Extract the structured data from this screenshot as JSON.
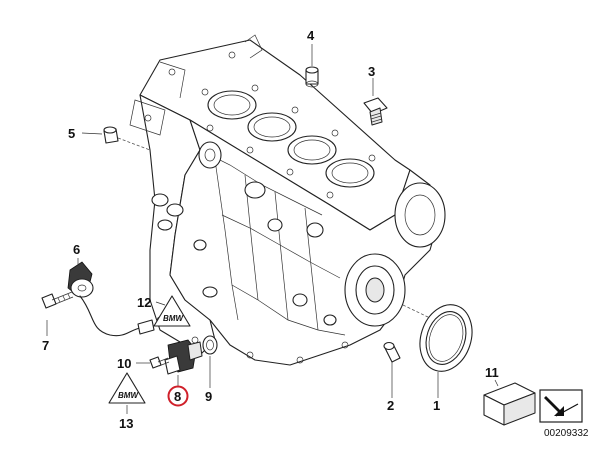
{
  "callouts": {
    "c1": "1",
    "c2": "2",
    "c3": "3",
    "c4": "4",
    "c5": "5",
    "c6": "6",
    "c7": "7",
    "c8": "8",
    "c9": "9",
    "c10": "10",
    "c11": "11",
    "c12": "12",
    "c13": "13"
  },
  "highlighted_callout": "8",
  "highlight_color": "#d0202a",
  "symbols": {
    "warning_label_12": "BMW",
    "warning_label_13": "BMW"
  },
  "diagram_code": "00209332"
}
